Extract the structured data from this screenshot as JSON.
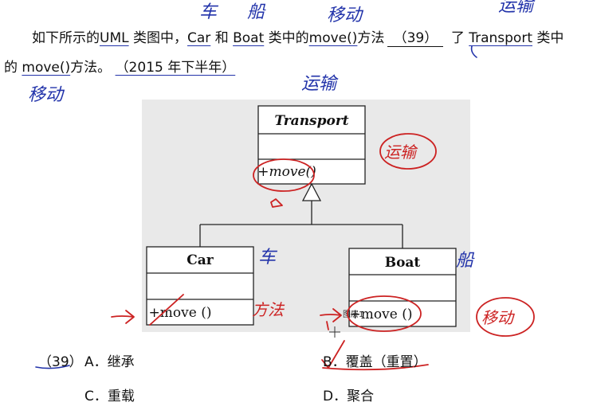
{
  "question": {
    "line1_prefix": "如下所示的",
    "line1_uml": "UML",
    "line1_mid": "类图中，",
    "line1_car": "Car",
    "line1_and": "和",
    "line1_boat": "Boat",
    "line1_mid2": "类中的",
    "line1_move": "move()",
    "line1_method": "方法",
    "blank": "（39）",
    "line1_le": "了",
    "line1_transport": "Transport",
    "line1_suffix": "类中",
    "line2_prefix": "的",
    "line2_move": "move()",
    "line2_method": "方法。",
    "line2_source": "（2015 年下半年）"
  },
  "uml": {
    "parent": {
      "name": "Transport",
      "operation": "+move()"
    },
    "children": [
      {
        "name": "Car",
        "operation": "+move ()"
      },
      {
        "name": "Boat",
        "operation": "+move ()"
      }
    ],
    "tiny_label": "图层1"
  },
  "options": {
    "number": "（39）",
    "a": "A．继承",
    "b": "B．覆盖（重置）",
    "c": "C．重载",
    "d": "D．聚合"
  },
  "annotations": {
    "car": "车",
    "boat": "船",
    "transport": "运输",
    "move": "移动",
    "transport_red": "运输",
    "method_red": "方法",
    "move_red": "移动"
  }
}
